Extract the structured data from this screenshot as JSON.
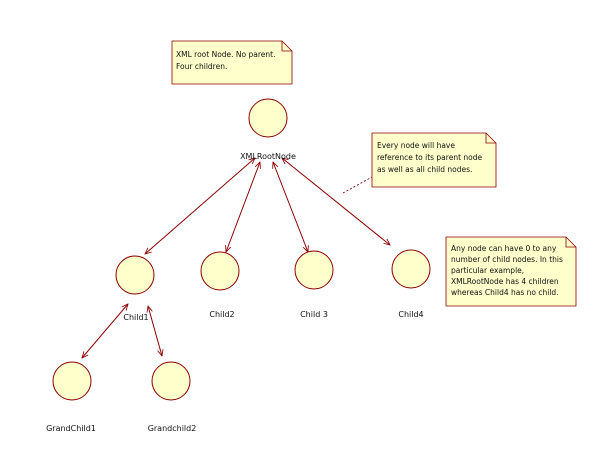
{
  "colors": {
    "node_fill": "#FFFFCC",
    "node_stroke": "#8B0000",
    "note_fill": "#FFFFCC",
    "note_stroke": "#8B0000",
    "edge": "#8B0000"
  },
  "nodes": {
    "root": {
      "label": "XMLRootNode"
    },
    "child1": {
      "label": "Child1"
    },
    "child2": {
      "label": "Child2"
    },
    "child3": {
      "label": "Child 3"
    },
    "child4": {
      "label": "Child4"
    },
    "grandchild1": {
      "label": "GrandChild1"
    },
    "grandchild2": {
      "label": "Grandchild2"
    }
  },
  "notes": {
    "root_note": {
      "lines": [
        "XML root Node. No parent.",
        "Four children."
      ]
    },
    "reference_note": {
      "lines": [
        "Every node will have",
        "reference to its parent node",
        "as well as all child nodes."
      ]
    },
    "children_note": {
      "lines": [
        "Any node can have 0 to any",
        "number of child nodes. In this",
        "particular example,",
        "XMLRootNode has 4 children",
        "whereas Child4 has no child."
      ]
    }
  }
}
